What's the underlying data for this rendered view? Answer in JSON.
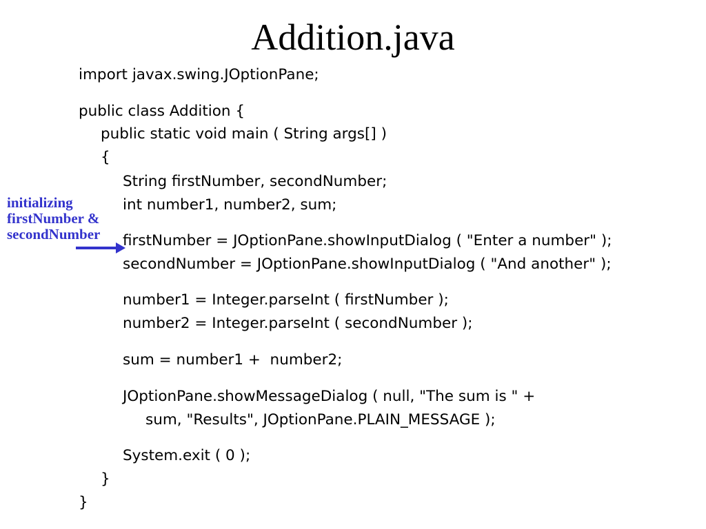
{
  "slide": {
    "title": "Addition.java",
    "code_lines": [
      "import javax.swing.JOptionPane;",
      "public class Addition {",
      "public static void main ( String args[] )",
      "{",
      "String firstNumber, secondNumber;",
      "int number1, number2, sum;",
      "firstNumber = JOptionPane.showInputDialog ( \"Enter a number\" );",
      "secondNumber = JOptionPane.showInputDialog ( \"And another\" );",
      "number1 = Integer.parseInt ( firstNumber );",
      "number2 = Integer.parseInt ( secondNumber );",
      "sum = number1 +  number2;",
      "JOptionPane.showMessageDialog ( null, \"The sum is \" +",
      "sum, \"Results\", JOptionPane.PLAIN_MESSAGE );",
      "System.exit ( 0 );",
      "}",
      "}"
    ],
    "annotation": {
      "lines": [
        "initializing",
        "firstNumber &",
        "secondNumber"
      ],
      "color": "#3333cc"
    },
    "arrow_icon": "right-arrow-icon"
  }
}
